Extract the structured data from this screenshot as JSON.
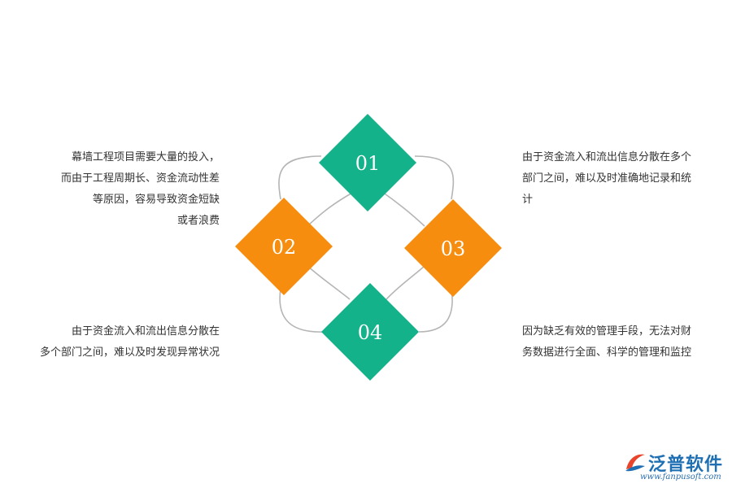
{
  "items": [
    {
      "number": "01",
      "color": "#13b28a",
      "text": "由于资金流入和流出信息分散在多个\n部门之间，难以及时准确地记录和统\n计"
    },
    {
      "number": "02",
      "color": "#f68d0e",
      "text": "幕墙工程项目需要大量的投入，\n而由于工程周期长、资金流动性差\n等原因，容易导致资金短缺\n或者浪费"
    },
    {
      "number": "03",
      "color": "#f68d0e",
      "text": "由于资金流入和流出信息分散在\n多个部门之间，难以及时发现异常状况"
    },
    {
      "number": "04",
      "color": "#13b28a",
      "text": "因为缺乏有效的管理手段，无法对财\n务数据进行全面、科学的管理和监控"
    }
  ],
  "logo": {
    "name": "泛普软件",
    "url": "www.fanpusoft.com"
  },
  "colors": {
    "green": "#13b28a",
    "orange": "#f68d0e",
    "line": "#b5b5b5",
    "text": "#333333"
  }
}
